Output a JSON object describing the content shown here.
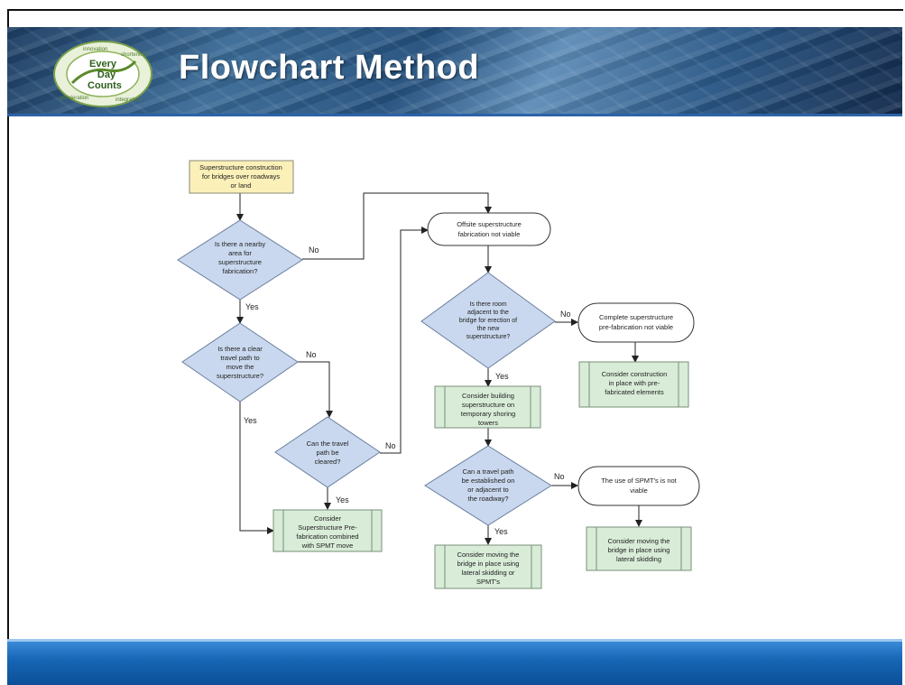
{
  "slide": {
    "title": "Flowchart Method",
    "logo_text": [
      "Every",
      "Day",
      "Counts"
    ],
    "logo_ring_words": [
      "innovation",
      "shortening",
      "acceleration",
      "integration"
    ]
  },
  "colors": {
    "header_blue": "#24507d",
    "footer_blue": "#1766b5",
    "start_box_fill": "#fbf0b8",
    "decision_fill": "#c9d8ee",
    "process_fill": "#d8ecd8",
    "terminal_fill": "#ffffff"
  },
  "flowchart": {
    "start": [
      "Superstructure construction",
      "for bridges over roadways",
      "or land"
    ],
    "decision_nearby_area": [
      "Is there a nearby",
      "area for",
      "superstructure",
      "fabrication?"
    ],
    "decision_travel_path": [
      "Is there a clear",
      "travel path to",
      "move the",
      "superstructure?"
    ],
    "decision_cleared": [
      "Can the travel",
      "path be",
      "cleared?"
    ],
    "process_prefab_spmt": [
      "Consider",
      "Superstructure Pre-",
      "fabrication combined",
      "with SPMT move"
    ],
    "terminal_offsite": [
      "Offsite superstructure",
      "fabrication not viable"
    ],
    "decision_room_adjacent": [
      "Is there room",
      "adjacent to the",
      "bridge for erection of",
      "the new",
      "superstructure?"
    ],
    "terminal_complete_prefab": [
      "Complete superstructure",
      "pre-fabrication not viable"
    ],
    "process_construction_inplace": [
      "Consider construction",
      "in place with pre-",
      "fabricated elements"
    ],
    "process_shoring": [
      "Consider building",
      "superstructure on",
      "temporary shoring",
      "towers"
    ],
    "decision_travel_established": [
      "Can a travel path",
      "be established on",
      "or adjacent to",
      "the roadway?"
    ],
    "terminal_spmt": [
      "The use of SPMT's is not",
      "viable"
    ],
    "process_moving_lateral_spmt": [
      "Consider moving the",
      "bridge in place using",
      "lateral skidding or",
      "SPMT's"
    ],
    "process_moving_lateral": [
      "Consider moving the",
      "bridge in place using",
      "lateral skidding"
    ],
    "edge_labels": {
      "yes": "Yes",
      "no": "No"
    }
  }
}
